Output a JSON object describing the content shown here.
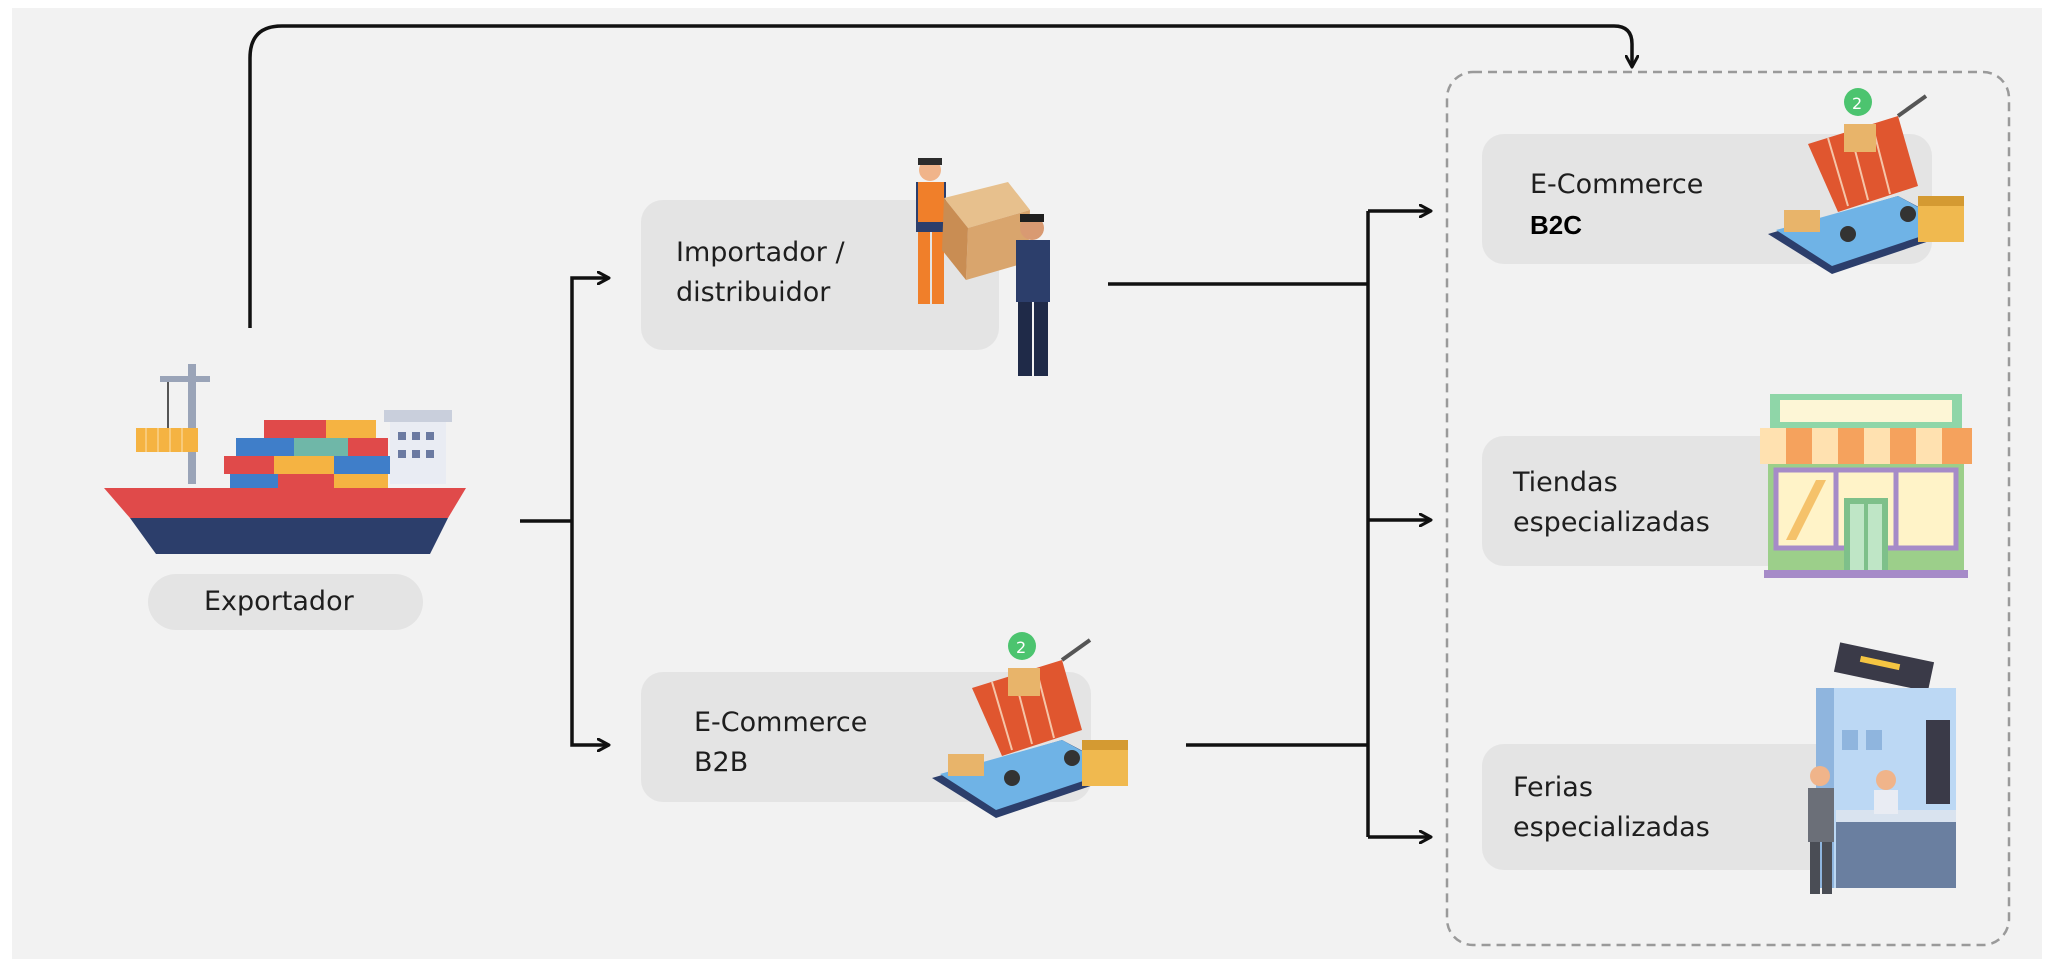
{
  "nodes": {
    "exportador": {
      "label": "Exportador"
    },
    "importador": {
      "line1": "Importador /",
      "line2": "distribuidor"
    },
    "ecommerce_b2b": {
      "line1": "E-Commerce",
      "line2": "B2B"
    },
    "ecommerce_b2c": {
      "line1": "E-Commerce",
      "line2": "B2C"
    },
    "tiendas": {
      "line1": "Tiendas",
      "line2": "especializadas"
    },
    "ferias": {
      "line1": "Ferias",
      "line2": "especializadas"
    }
  },
  "icons": [
    "cargo-ship-icon",
    "people-handing-box-icon",
    "shopping-cart-on-tablet-icon",
    "storefront-icon",
    "trade-fair-booth-icon"
  ],
  "colors": {
    "arrow": "#111111",
    "pill": "#e4e4e4",
    "background": "#f2f2f2",
    "ship_hull": "#2c3e6b",
    "ship_red": "#e04a4a"
  }
}
